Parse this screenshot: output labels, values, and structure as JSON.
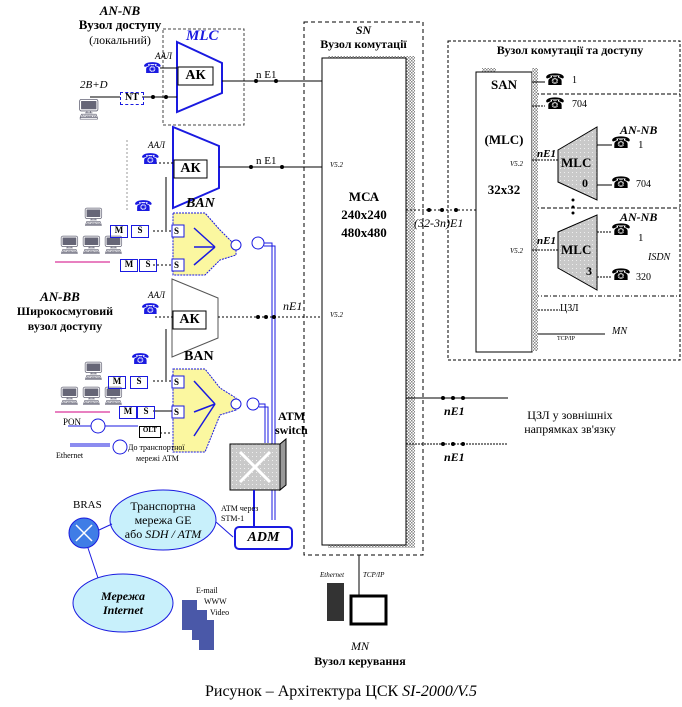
{
  "caption": {
    "prefix": "Рисунок – Архітектура ЦСК ",
    "system": "SI-2000/V.5"
  },
  "an_nb_local": {
    "title": "AN-NB",
    "subtitle": "Вузол доступу",
    "note": "(локальний)"
  },
  "mlc_top": {
    "label": "MLC",
    "ak": "АК",
    "aal": "ААЛ",
    "link": "n E1"
  },
  "isdn_access": {
    "label": "2B+D",
    "nt": "NT"
  },
  "remote_ak": {
    "aal": "ААЛ",
    "ak": "АК",
    "link": "n E1",
    "v52": "V5.2"
  },
  "ban_top": {
    "label": "BAN",
    "m": "M",
    "s": "S"
  },
  "an_bb": {
    "title": "AN-BB",
    "line1": "Широкосмуговий",
    "line2": "вузол доступу",
    "aal": "ААЛ",
    "ak": "АК",
    "link": "nE1",
    "v52": "V5.2"
  },
  "ban_bottom": {
    "label": "BAN",
    "m": "M",
    "s": "S",
    "pon": "PON",
    "olt": "OLT",
    "ethernet": "Ethernet",
    "to_atm_1": "До транспортної",
    "to_atm_2": "мережі АТМ"
  },
  "atm_switch": {
    "line1": "ATM",
    "line2": "switch",
    "link_1": "ATM через",
    "link_2": "STM-1",
    "adm": "ADM"
  },
  "transport": {
    "bras": "BRAS",
    "line1": "Транспортна",
    "line2": "мережа GE",
    "line3_a": "або ",
    "line3_b": "SDH / ATM"
  },
  "internet": {
    "line1": "Мережа",
    "line2": "Internet",
    "services": [
      "E-mail",
      "WWW",
      "Video"
    ]
  },
  "sn": {
    "title": "SN",
    "subtitle": "Вузол комутації",
    "mca": [
      "МСА",
      "240x240",
      "480x480"
    ]
  },
  "san_node": {
    "title": "Вузол комутації та доступу",
    "san": "SAN",
    "mlc": "(MLC)",
    "size": "32x32",
    "phones": [
      "1",
      "704"
    ],
    "trunk": "(32-3n)E1",
    "mlc0": {
      "an": "AN-NB",
      "name": "MLC",
      "num": "0",
      "link": "nE1",
      "v52": "V5.2",
      "phones": [
        "1",
        "704"
      ]
    },
    "mlc3": {
      "an": "AN-NB",
      "name": "MLC",
      "num": "3",
      "link": "nE1",
      "v52": "V5.2",
      "phones": [
        "1",
        "320"
      ],
      "isdn": "ISDN"
    },
    "czl": "ЦЗЛ",
    "mn": "MN",
    "tcpip": "TCP/IP"
  },
  "external": {
    "link1": "nE1",
    "link2": "nE1",
    "line1": "ЦЗЛ у зовнішніх",
    "line2": "напрямках зв'язку"
  },
  "mn": {
    "eth": "Ethernet",
    "tcpip": "TCP/IP",
    "title": "MN",
    "subtitle": "Вузол керування"
  }
}
